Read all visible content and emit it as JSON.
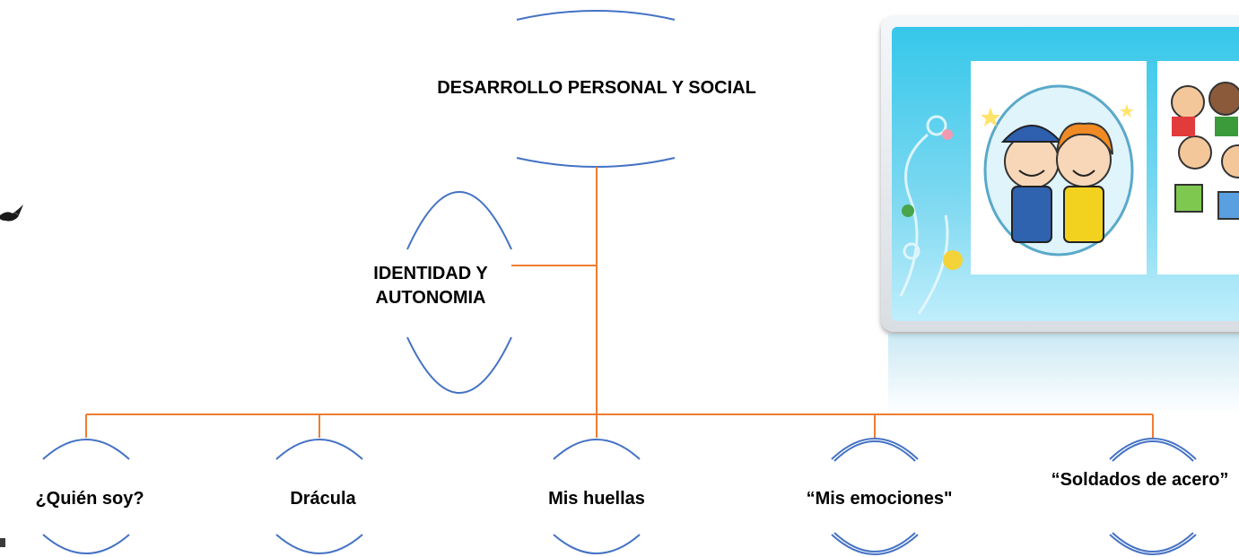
{
  "root": {
    "label": "DESARROLLO PERSONAL Y SOCIAL"
  },
  "branch": {
    "label": "IDENTIDAD Y AUTONOMIA",
    "line1": "IDENTIDAD Y",
    "line2": "AUTONOMIA"
  },
  "activities": [
    {
      "label": "¿Quién soy?"
    },
    {
      "label": "Drácula"
    },
    {
      "label": "Mis huellas"
    },
    {
      "label": "“Mis emociones\""
    },
    {
      "label": "“Soldados de acero”"
    }
  ],
  "colors": {
    "connector": "#ed7d31",
    "arc": "#4472c4",
    "text": "#000000",
    "picture_sky": "#35c7ea"
  },
  "icons": {
    "picture": "children-cartoon-picture",
    "bird": "bird-fragment-icon"
  }
}
